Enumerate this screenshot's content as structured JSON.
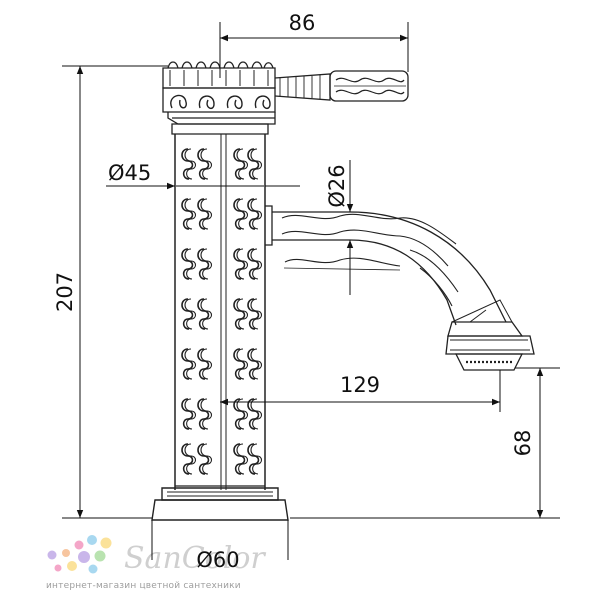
{
  "dimensions": {
    "handle_reach": "86",
    "body_diameter": "Ø45",
    "spout_diameter": "Ø26",
    "total_height": "207",
    "spout_reach": "129",
    "spout_height": "68",
    "base_diameter": "Ø60"
  },
  "logo": {
    "brand": "SanColor",
    "tagline": "интернет-магазин цветной сантехники",
    "dot_colors": [
      "#f4a6c8",
      "#a8d8f0",
      "#fbe29a",
      "#c9b6ea",
      "#b9e3b0",
      "#f7c59f"
    ]
  }
}
